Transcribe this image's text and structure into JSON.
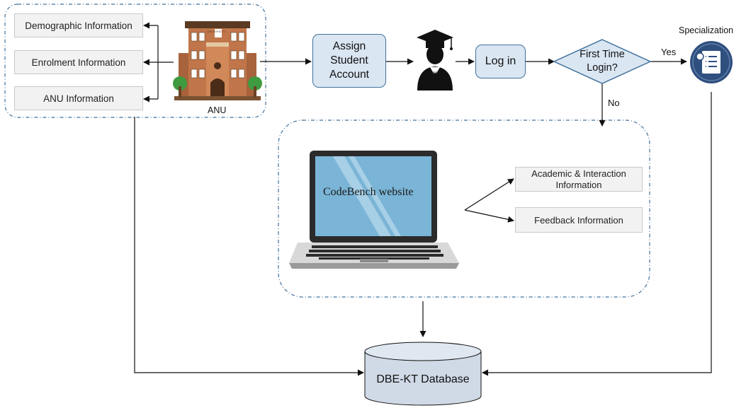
{
  "anu": {
    "label": "ANU",
    "sign": "UNIVERSITY",
    "info_boxes": [
      "Demographic Information",
      "Enrolment Information",
      "ANU Information"
    ]
  },
  "assign": {
    "line1": "Assign",
    "line2": "Student",
    "line3": "Account"
  },
  "login": {
    "label": "Log in"
  },
  "decision": {
    "line1": "First Time",
    "line2": "Login?",
    "yes": "Yes",
    "no": "No"
  },
  "specialization": {
    "label": "Specialization"
  },
  "codebench": {
    "label": "CodeBench website",
    "outputs": [
      {
        "line1": "Academic & Interaction",
        "line2": "Information"
      },
      {
        "line1": "Feedback Information"
      }
    ]
  },
  "database": {
    "label": "DBE-KT Database"
  },
  "colors": {
    "dashed_border": "#41719c",
    "process_fill": "#dae6f2",
    "info_fill": "#f2f2f2",
    "building": "#c0764a",
    "specialization_icon": "#2f4f7f",
    "database_fill": "#d0dae6",
    "screen": "#7ab4d6"
  }
}
